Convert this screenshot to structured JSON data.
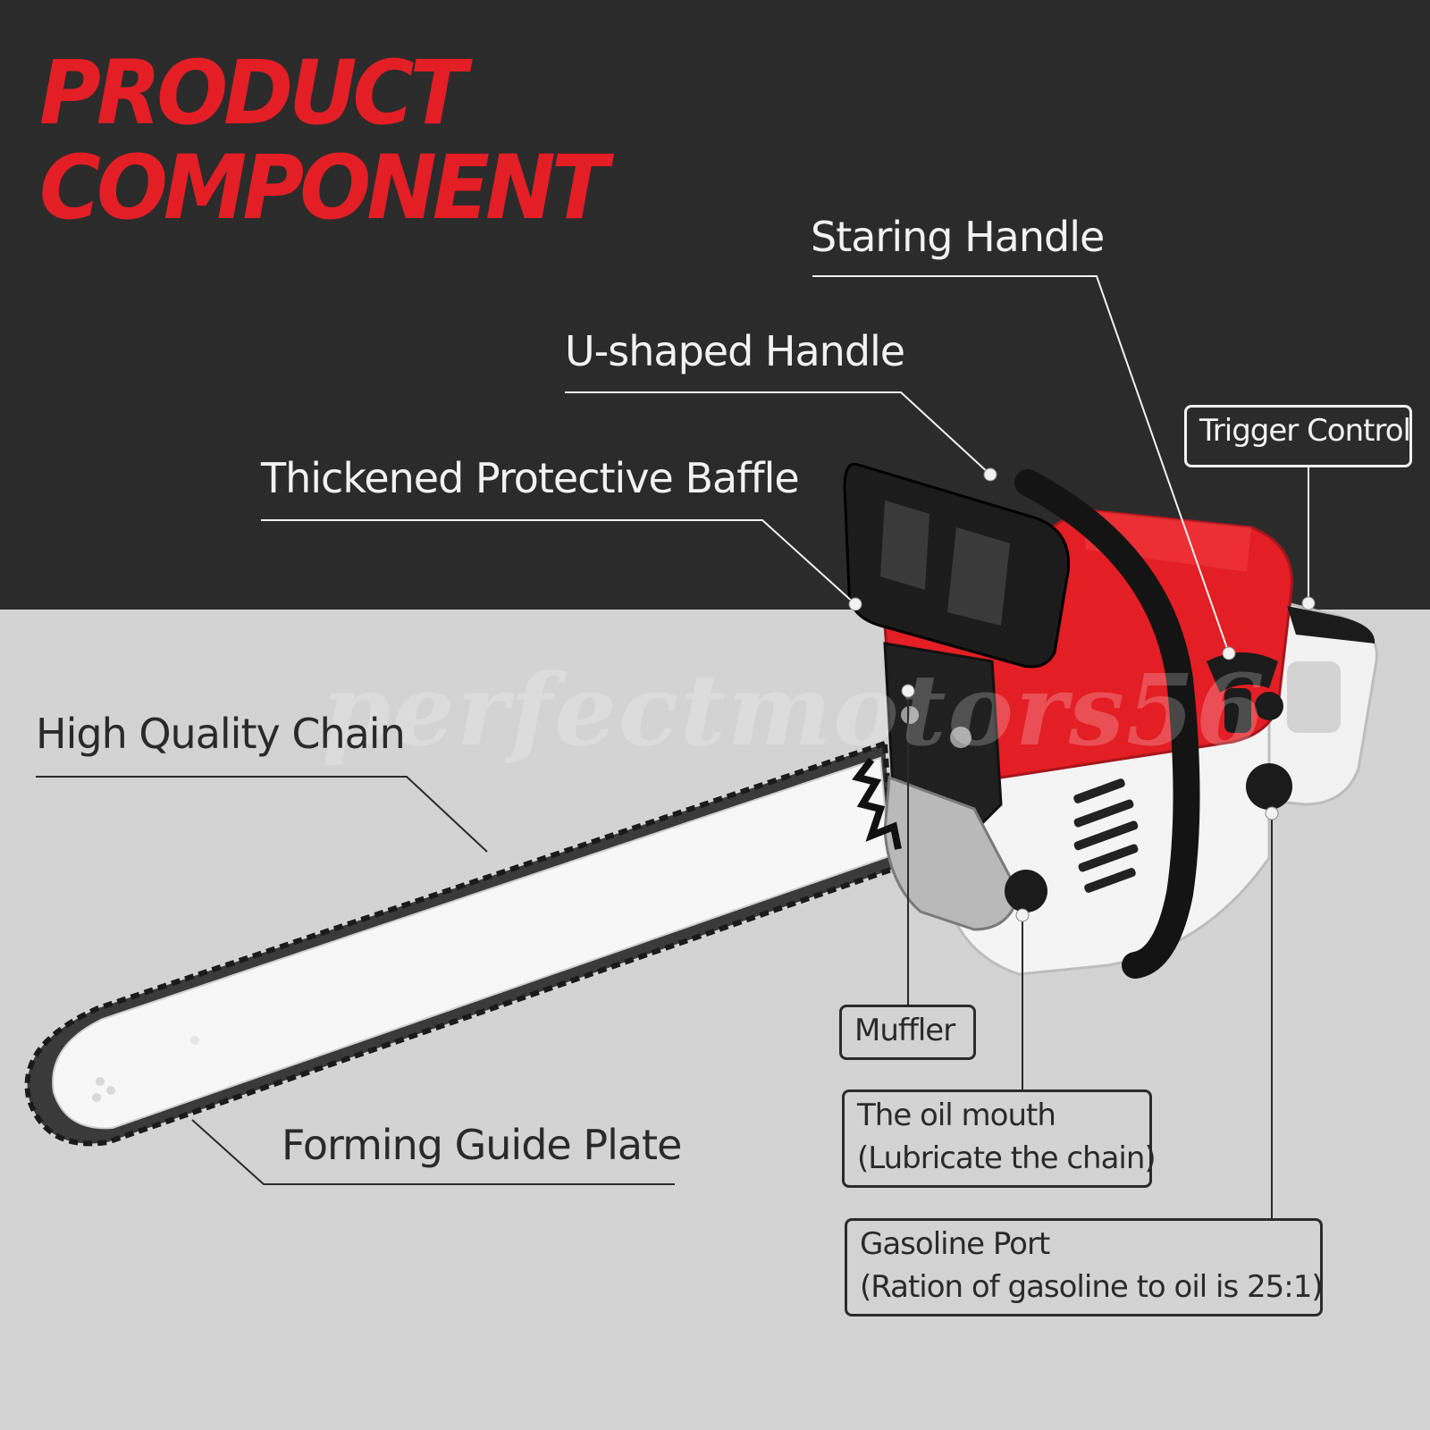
{
  "heading": {
    "line1": "PRODUCT",
    "line2": "COMPONENT"
  },
  "callouts": {
    "starting_handle": "Staring Handle",
    "u_handle": "U-shaped Handle",
    "baffle": "Thickened Protective Baffle",
    "chain": "High Quality Chain",
    "guide_plate": "Forming Guide Plate",
    "trigger": "Trigger Control",
    "muffler": "Muffler",
    "oil_mouth": {
      "line1": "The oil mouth",
      "line2": "(Lubricate the chain)"
    },
    "gasoline_port": {
      "line1": "Gasoline Port",
      "line2": "(Ration of gasoline to oil is 25:1)"
    }
  },
  "watermark": "perfectmotors56",
  "colors": {
    "title_red": "#e31e24",
    "dark_band": "#2b2b2c",
    "light_band": "#d3d3d3",
    "body_red": "#e31e24"
  }
}
